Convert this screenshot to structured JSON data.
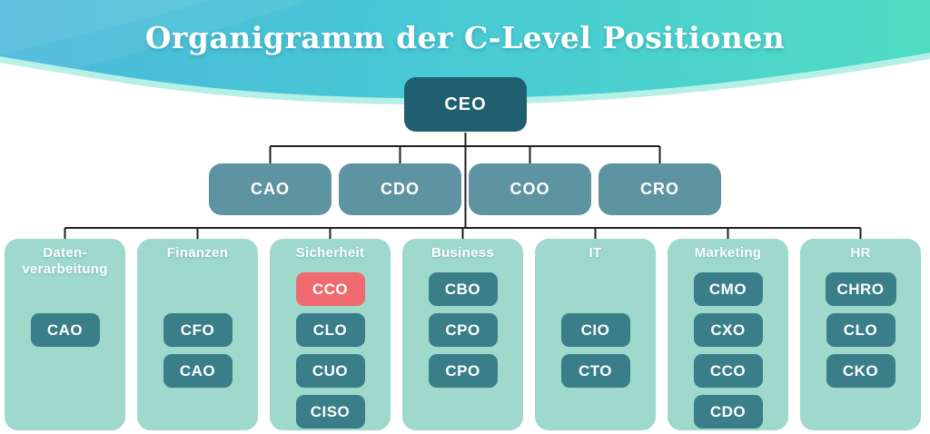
{
  "title": "Organigramm der C-Level Positionen",
  "colors": {
    "header_left": "#49b9da",
    "header_mid": "#49ccd4",
    "header_right": "#50dcc2",
    "header_underlay": "#77e3d0",
    "ceo_box": "#1f5f6f",
    "level2_box": "#5e93a1",
    "column_bg": "#9fd9cc",
    "role_box": "#3a7e8a",
    "role_box_highlight": "#ee6a70",
    "connector": "#1f1f1f"
  },
  "chart": {
    "ceo": "CEO",
    "level2": [
      "CAO",
      "CDO",
      "COO",
      "CRO"
    ],
    "departments": [
      {
        "name_lines": [
          "Daten-",
          "verarbeitung"
        ],
        "roles": [
          {
            "label": "CAO",
            "slot": 1
          }
        ]
      },
      {
        "name_lines": [
          "Finanzen"
        ],
        "roles": [
          {
            "label": "CFO",
            "slot": 1
          },
          {
            "label": "CAO",
            "slot": 2
          }
        ]
      },
      {
        "name_lines": [
          "Sicherheit"
        ],
        "roles": [
          {
            "label": "CCO",
            "slot": 0,
            "highlight": true
          },
          {
            "label": "CLO",
            "slot": 1
          },
          {
            "label": "CUO",
            "slot": 2
          },
          {
            "label": "CISO",
            "slot": 3
          }
        ]
      },
      {
        "name_lines": [
          "Business"
        ],
        "roles": [
          {
            "label": "CBO",
            "slot": 0
          },
          {
            "label": "CPO",
            "slot": 1
          },
          {
            "label": "CPO",
            "slot": 2
          }
        ]
      },
      {
        "name_lines": [
          "IT"
        ],
        "roles": [
          {
            "label": "CIO",
            "slot": 1
          },
          {
            "label": "CTO",
            "slot": 2
          }
        ]
      },
      {
        "name_lines": [
          "Marketing"
        ],
        "roles": [
          {
            "label": "CMO",
            "slot": 0
          },
          {
            "label": "CXO",
            "slot": 1
          },
          {
            "label": "CCO",
            "slot": 2
          },
          {
            "label": "CDO",
            "slot": 3
          }
        ]
      },
      {
        "name_lines": [
          "HR"
        ],
        "roles": [
          {
            "label": "CHRO",
            "slot": 0
          },
          {
            "label": "CLO",
            "slot": 1
          },
          {
            "label": "CKO",
            "slot": 2
          }
        ]
      }
    ]
  }
}
